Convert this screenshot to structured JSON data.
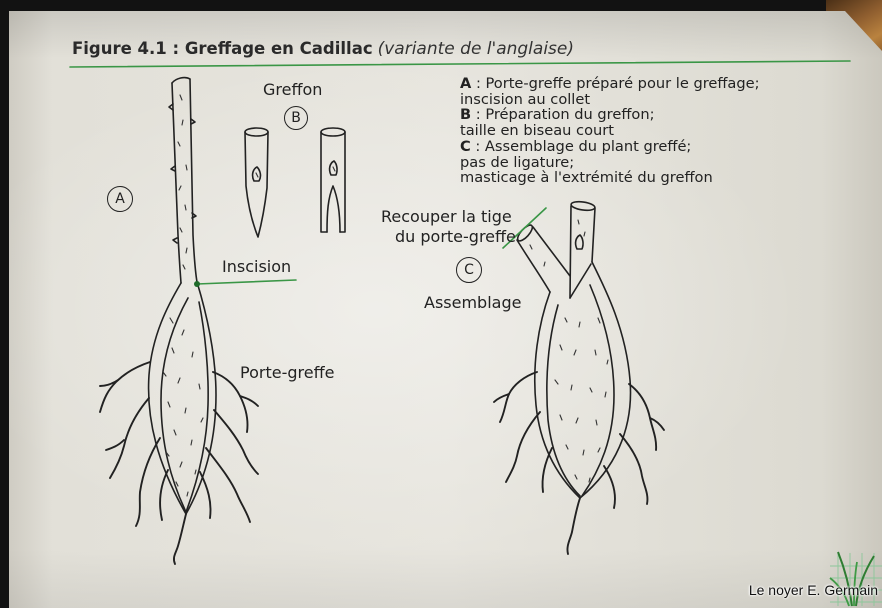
{
  "figure": {
    "title": "Figure 4.1 : Greffage en Cadillac",
    "subtitle": "(variante de l'anglaise)"
  },
  "legend": [
    {
      "key": "A",
      "lines": [
        ": Porte-greffe préparé pour le greffage;",
        "inscision au collet"
      ]
    },
    {
      "key": "B",
      "lines": [
        ": Préparation du greffon;",
        "taille en biseau court"
      ]
    },
    {
      "key": "C",
      "lines": [
        ": Assemblage du plant greffé;",
        "pas de ligature;",
        "masticage à l'extrémité du greffon"
      ]
    }
  ],
  "labels": {
    "greffon": "Greffon",
    "inscision": "Inscision",
    "recouper": [
      "Recouper la tige",
      "du porte-greffe"
    ],
    "assemblage": "Assemblage",
    "porte_greffe": "Porte-greffe"
  },
  "markers": {
    "a": "A",
    "b": "B",
    "c": "C"
  },
  "watermark": "Le noyer E. Germain",
  "icons": {
    "logo": "grass-grid-logo-icon"
  },
  "colors": {
    "accent_green": "#3a9646",
    "ink": "#222222",
    "paper": "#e3e1d9"
  }
}
